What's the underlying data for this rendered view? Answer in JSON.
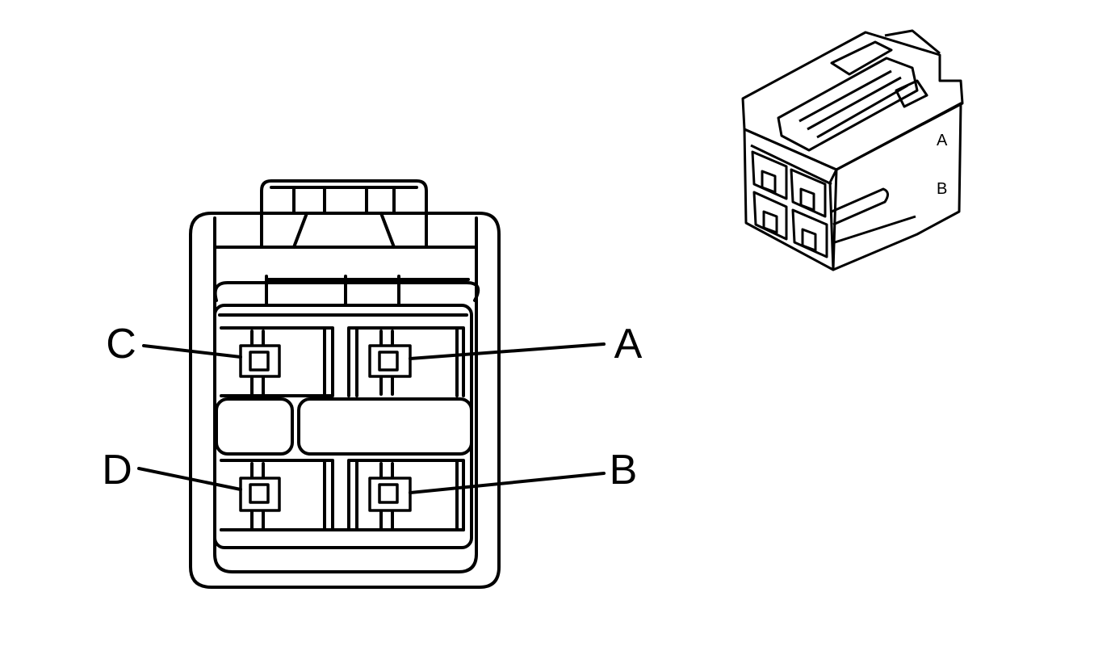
{
  "diagram": {
    "face_view": {
      "pins": [
        {
          "id": "C",
          "label": "C"
        },
        {
          "id": "A",
          "label": "A"
        },
        {
          "id": "D",
          "label": "D"
        },
        {
          "id": "B",
          "label": "B"
        }
      ]
    },
    "iso_view": {
      "labels": [
        {
          "id": "A",
          "label": "A"
        },
        {
          "id": "B",
          "label": "B"
        }
      ]
    }
  }
}
